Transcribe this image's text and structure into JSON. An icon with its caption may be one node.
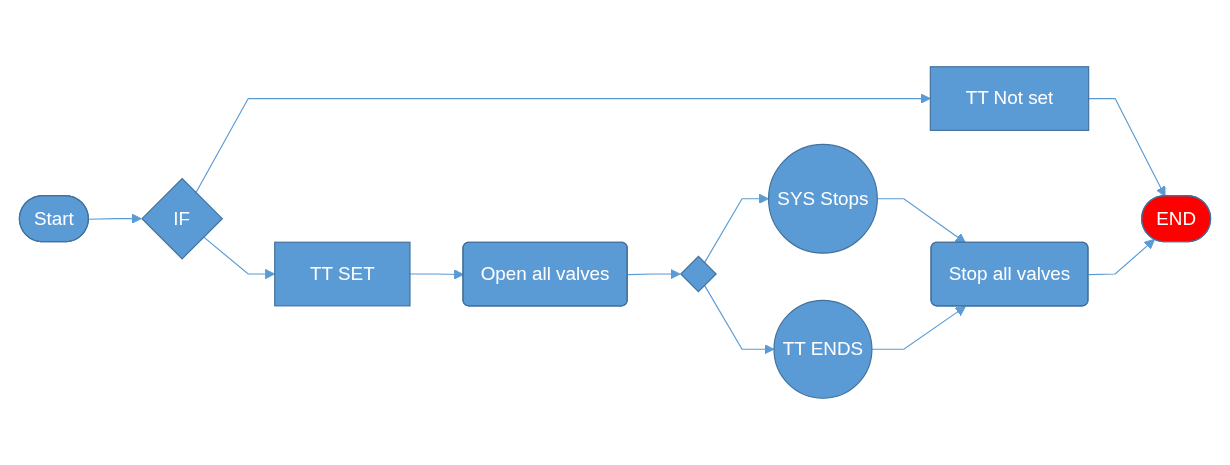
{
  "diagram": {
    "nodes": [
      {
        "text": [
          "Start"
        ]
      },
      {
        "text": [
          "IF"
        ]
      },
      {
        "text": [
          "TT Not set"
        ]
      },
      {
        "text": [
          "END"
        ]
      },
      {
        "text": [
          "TT SET"
        ]
      },
      {
        "text": [
          "Open all valves"
        ]
      },
      {
        "text": [],
        "shape": "diamond"
      },
      {
        "text": [
          "SYS Stops"
        ]
      },
      {
        "text": [
          "TT ENDS"
        ]
      },
      {
        "text": [
          "Stop all valves"
        ]
      }
    ],
    "edges": [
      {
        "from": 0,
        "to": 1,
        "arrow": "to"
      },
      {
        "from": 1,
        "to": 2,
        "arrow": "to"
      },
      {
        "from": 1,
        "to": 4,
        "arrow": "to"
      },
      {
        "from": 2,
        "to": 3,
        "arrow": "to"
      },
      {
        "from": 4,
        "to": 5,
        "arrow": "to"
      },
      {
        "from": 5,
        "to": 6,
        "arrow": "to"
      },
      {
        "from": 6,
        "to": 7,
        "arrow": "to"
      },
      {
        "from": 6,
        "to": 8,
        "arrow": "to"
      },
      {
        "from": 7,
        "to": 9,
        "arrow": "to"
      },
      {
        "from": 8,
        "to": 9,
        "arrow": "to"
      },
      {
        "from": 9,
        "to": 3,
        "arrow": "to"
      }
    ]
  }
}
